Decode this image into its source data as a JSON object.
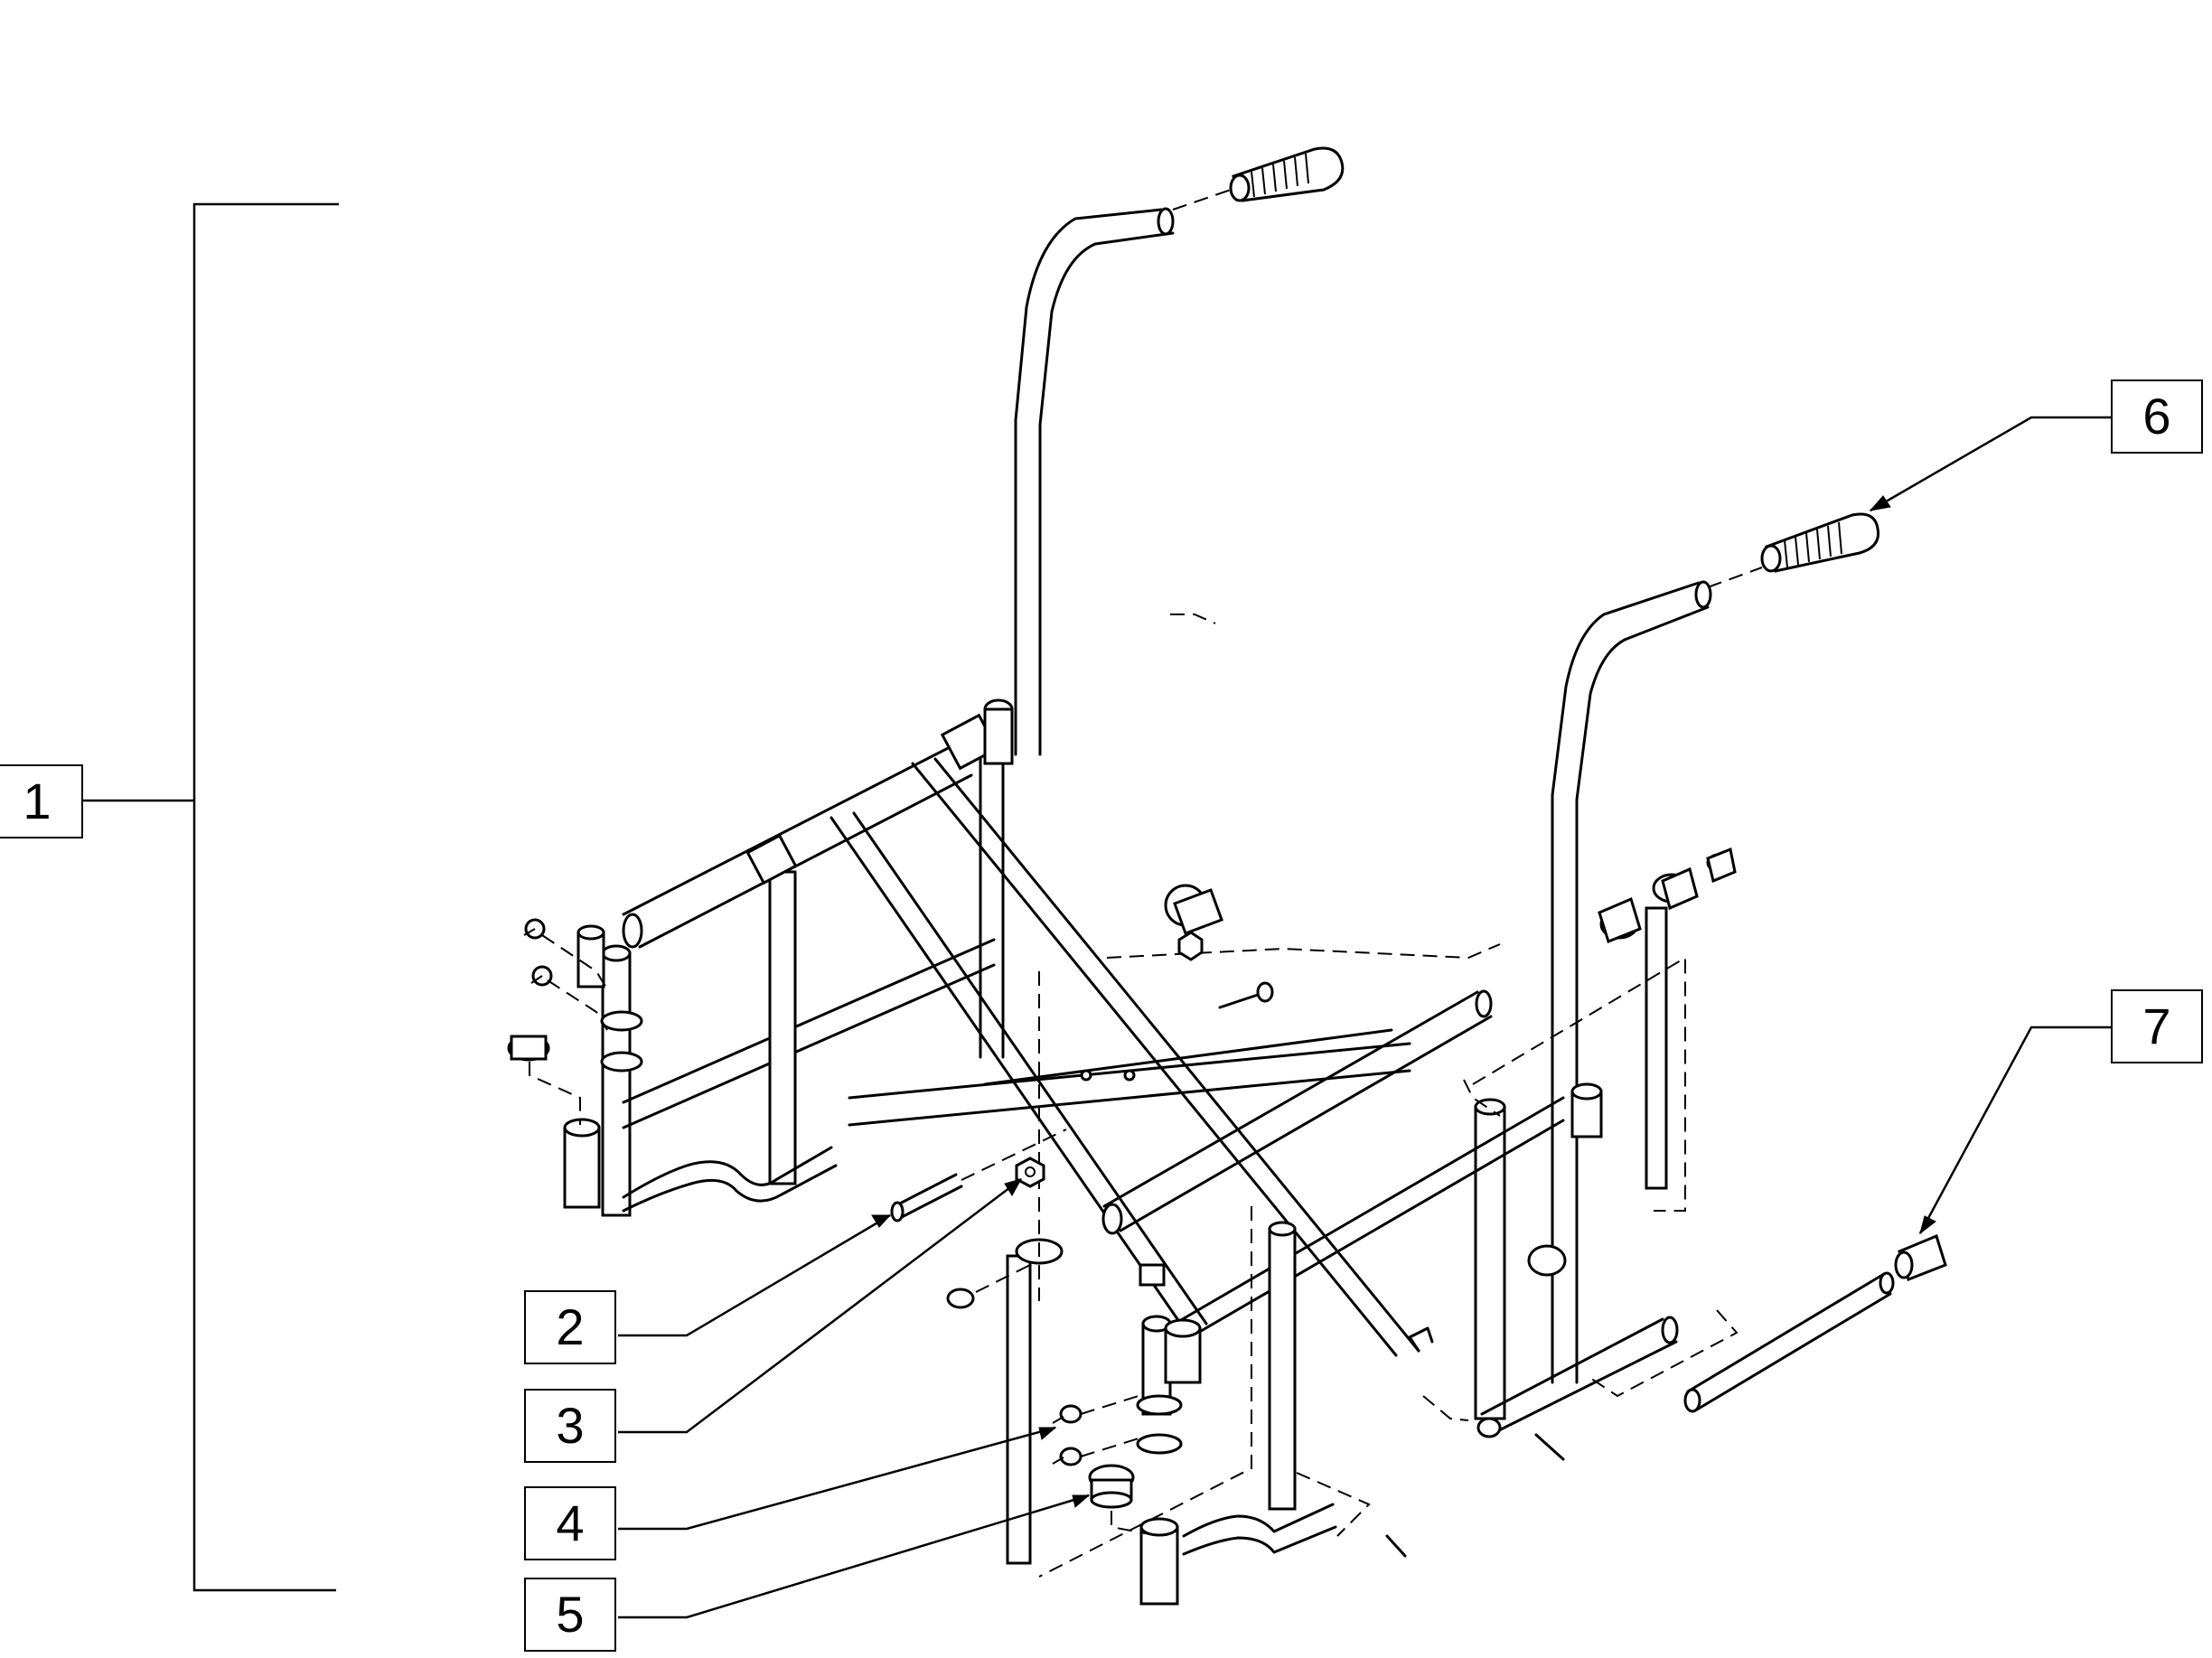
{
  "callouts": [
    {
      "id": "1",
      "label": "1"
    },
    {
      "id": "2",
      "label": "2"
    },
    {
      "id": "3",
      "label": "3"
    },
    {
      "id": "4",
      "label": "4"
    },
    {
      "id": "5",
      "label": "5"
    },
    {
      "id": "6",
      "label": "6"
    },
    {
      "id": "7",
      "label": "7"
    }
  ],
  "parts": {
    "frame_assembly": "1",
    "pivot_bolt": "2",
    "locknut": "3",
    "knob_screw": "4",
    "tube_plug": "5",
    "handgrip": "6",
    "end_cap": "7"
  },
  "colors": {
    "line": "#000000",
    "background": "#ffffff"
  }
}
